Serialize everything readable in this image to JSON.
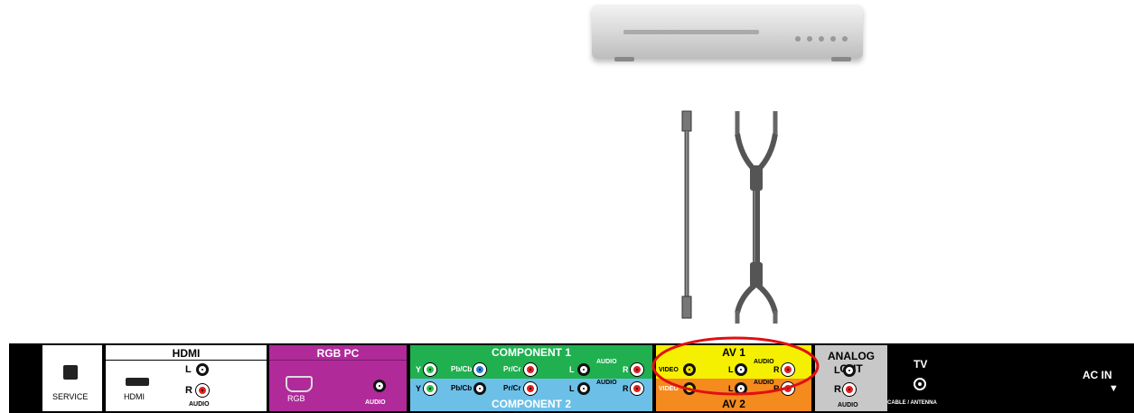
{
  "panel": {
    "service": {
      "label": "SERVICE"
    },
    "hdmi": {
      "title": "HDMI",
      "port_label": "HDMI",
      "left_label": "L",
      "right_label": "R",
      "audio_label": "AUDIO"
    },
    "rgb_pc": {
      "title": "RGB  PC",
      "port_label": "RGB",
      "audio_label": "AUDIO"
    },
    "component1": {
      "title": "COMPONENT  1",
      "y_label": "Y",
      "pb_label": "Pb/Cb",
      "pr_label": "Pr/Cr",
      "l_label": "L",
      "r_label": "R",
      "audio_label": "AUDIO"
    },
    "component2": {
      "title": "COMPONENT  2",
      "y_label": "Y",
      "pb_label": "Pb/Cb",
      "pr_label": "Pr/Cr",
      "l_label": "L",
      "r_label": "R",
      "audio_label": "AUDIO"
    },
    "av1": {
      "title": "AV  1",
      "video_label": "VIDEO",
      "l_label": "L",
      "r_label": "R",
      "audio_label": "AUDIO"
    },
    "av2": {
      "title": "AV  2",
      "video_label": "VIDEO",
      "l_label": "L",
      "r_label": "R",
      "audio_label": "AUDIO"
    },
    "analog_out": {
      "title": "ANALOG OUT",
      "l_label": "L",
      "r_label": "R",
      "audio_label": "AUDIO"
    },
    "tv": {
      "title": "TV",
      "caption": "CABLE / ANTENNA"
    },
    "ac_in": {
      "title": "AC  IN",
      "arrow": "▼"
    }
  },
  "colors": {
    "panel": "#000000",
    "rgb_pc": "#b02a9a",
    "component1": "#20b050",
    "component2": "#6cc0e8",
    "av1": "#f5f000",
    "av2": "#f58a1f",
    "analog_out": "#c8c8c8",
    "highlight": "#e01010",
    "cable": "#555555"
  },
  "icons": [
    "dvd-player-icon",
    "hdmi-cable-icon",
    "composite-rca-cable-icon",
    "ethernet-port-icon",
    "hdmi-port-icon",
    "vga-port-icon",
    "coax-port-icon"
  ]
}
